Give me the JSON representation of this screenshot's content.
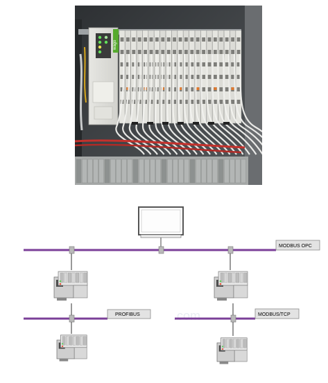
{
  "photo": {
    "brand_logo_text": "wago",
    "subject": "photo-of-io-modules"
  },
  "network": {
    "bus_color": "#7b3f98",
    "labels": {
      "modbus_opc": "MODBUS OPC",
      "profibus": "PROFIBUS",
      "modbus_tcp": "MODBUS/TCP"
    },
    "watermark": ".com"
  }
}
